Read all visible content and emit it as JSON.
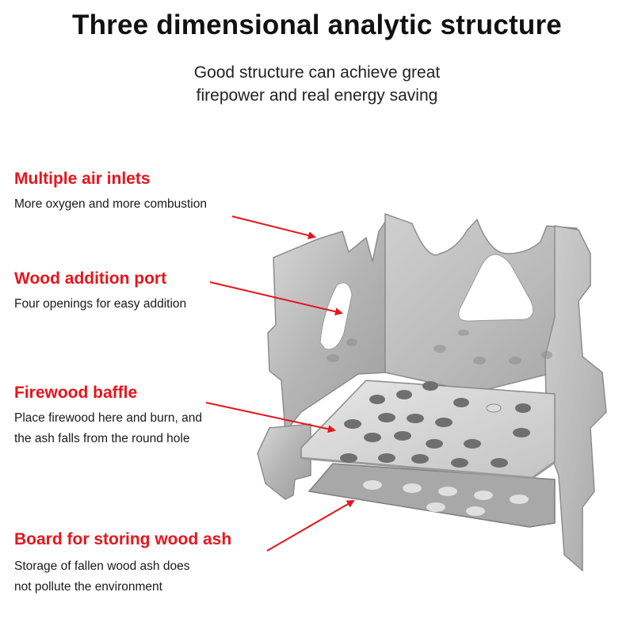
{
  "header": {
    "title": "Three dimensional analytic structure",
    "subtitle_line1": "Good structure can achieve great",
    "subtitle_line2": "firepower and real energy saving"
  },
  "callouts": [
    {
      "title": "Multiple air inlets",
      "lines": [
        "More oxygen and more combustion"
      ]
    },
    {
      "title": "Wood addition port",
      "lines": [
        "Four openings for easy addition"
      ]
    },
    {
      "title": "Firewood baffle",
      "lines": [
        "Place firewood here and burn, and",
        "the ash falls from the round hole"
      ]
    },
    {
      "title": "Board for storing wood ash",
      "lines": [
        "Storage of fallen wood ash does",
        "not pollute the environment"
      ]
    }
  ],
  "colors": {
    "accent": "#e8141b",
    "metal": "#b9b9b9",
    "text": "#111111"
  },
  "icons": {
    "pointer": "arrow-icon"
  }
}
